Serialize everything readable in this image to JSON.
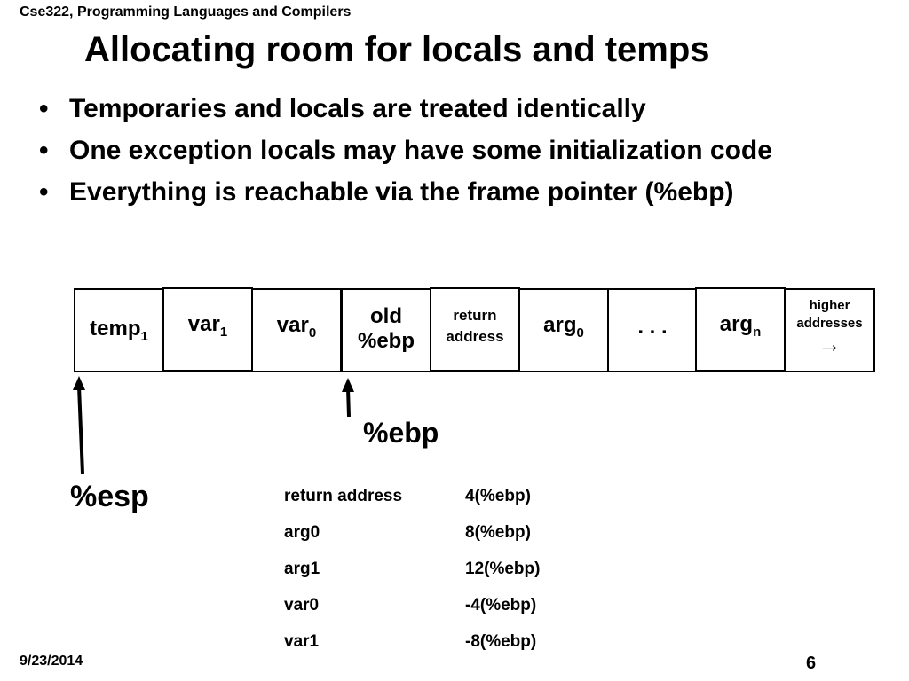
{
  "header": {
    "course": "Cse322, Programming Languages and Compilers"
  },
  "slide": {
    "title": "Allocating room for locals and temps",
    "bullets": [
      "Temporaries and locals are treated identically",
      "One exception locals may have some initialization code",
      "Everything is reachable via the frame pointer (%ebp)"
    ],
    "bullet_glyph": "•"
  },
  "stack": {
    "cells": [
      {
        "base": "temp",
        "sub": "1"
      },
      {
        "base": "var",
        "sub": "1"
      },
      {
        "base": "var",
        "sub": "0"
      },
      {
        "line1": "old",
        "line2": "%ebp"
      },
      {
        "line1": "return",
        "line2": "address"
      },
      {
        "base": "arg",
        "sub": "0"
      },
      {
        "text": ". . ."
      },
      {
        "base": "arg",
        "sub": "n"
      },
      {
        "line1": "higher",
        "line2": "addresses",
        "arrow": "→"
      }
    ],
    "ebp_label": "%ebp",
    "esp_label": "%esp"
  },
  "offsets": [
    {
      "name": "return address",
      "value": "4(%ebp)"
    },
    {
      "name": "arg0",
      "value": "8(%ebp)"
    },
    {
      "name": "arg1",
      "value": "12(%ebp)"
    },
    {
      "name": "var0",
      "value": "-4(%ebp)"
    },
    {
      "name": "var1",
      "value": "-8(%ebp)"
    }
  ],
  "footer": {
    "date": "9/23/2014",
    "page": "6"
  }
}
